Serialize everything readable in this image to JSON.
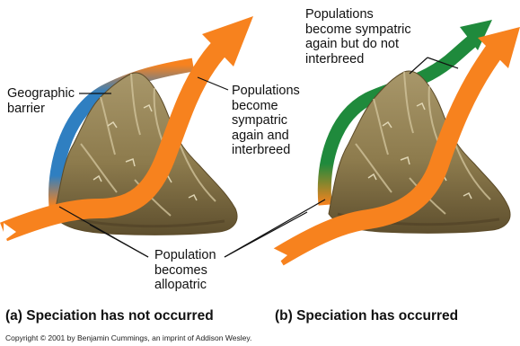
{
  "panels": {
    "a": {
      "barrier_label": "Geographic\nbarrier",
      "reunion_label": "Populations\nbecome\nsympatric\nagain and\ninterbreed",
      "caption": "(a) Speciation has not occurred"
    },
    "b": {
      "reunion_label": "Populations\nbecome sympatric\nagain but do not\ninterbreed",
      "caption": "(b) Speciation has occurred"
    }
  },
  "shared": {
    "allopatric_label": "Population\nbecomes\nallopatric"
  },
  "copyright": "Copyright © 2001 by Benjamin Cummings, an imprint of Addison Wesley.",
  "colors": {
    "orange_population": "#f7821e",
    "blue_population": "#2f7fc1",
    "green_population": "#1f8a3c",
    "mountain": "#8b7a4e"
  }
}
